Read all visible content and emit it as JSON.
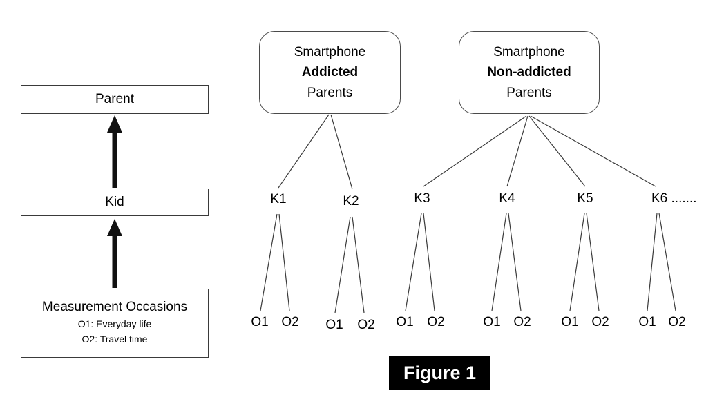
{
  "left_panel": {
    "parent_label": "Parent",
    "kid_label": "Kid",
    "measurement": {
      "title": "Measurement Occasions",
      "item1": "O1: Everyday life",
      "item2": "O2: Travel time"
    }
  },
  "groups": {
    "addicted": {
      "line1": "Smartphone",
      "line2": "Addicted",
      "line3": "Parents"
    },
    "non_addicted": {
      "line1": "Smartphone",
      "line2": "Non-addicted",
      "line3": "Parents"
    }
  },
  "kids": {
    "k1": "K1",
    "k2": "K2",
    "k3": "K3",
    "k4": "K4",
    "k5": "K5",
    "k6": "K6 ......."
  },
  "occasion_labels": {
    "o1": "O1",
    "o2": "O2"
  },
  "figure_caption": "Figure 1",
  "colors": {
    "line": "#3a3a3a",
    "arrow": "#111111",
    "caption_bg": "#000000",
    "caption_text": "#ffffff"
  }
}
